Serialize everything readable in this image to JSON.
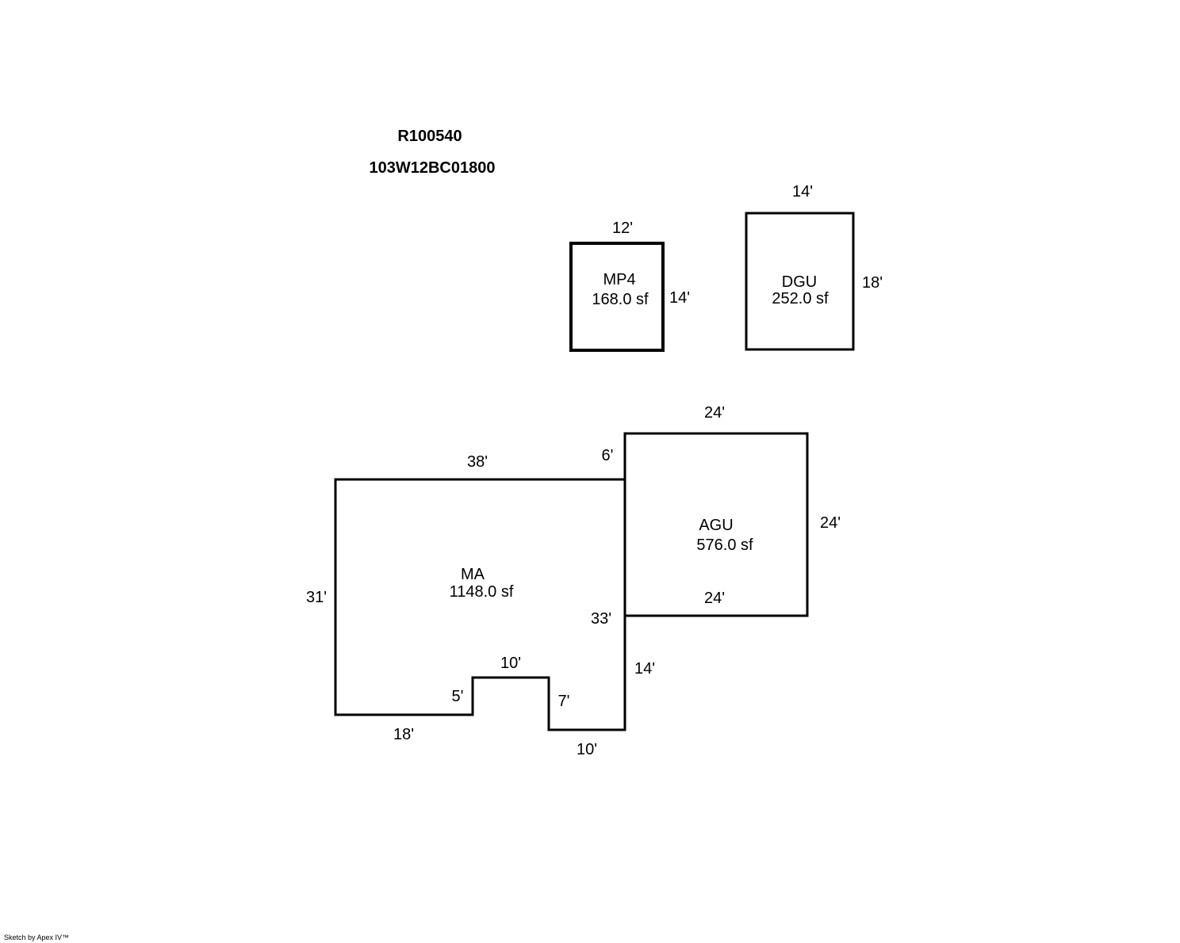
{
  "header": {
    "account_id": "R100540",
    "map_tax_lot": "103W12BC01800"
  },
  "areas": {
    "mp4": {
      "code": "MP4",
      "area": "168.0 sf"
    },
    "dgu": {
      "code": "DGU",
      "area": "252.0 sf"
    },
    "agu": {
      "code": "AGU",
      "area": "576.0 sf"
    },
    "ma": {
      "code": "MA",
      "area": "1148.0 sf"
    }
  },
  "dimensions": {
    "mp4_top": "12'",
    "mp4_right": "14'",
    "dgu_top": "14'",
    "dgu_right": "18'",
    "agu_top": "24'",
    "agu_right": "24'",
    "agu_bottom": "24'",
    "agu_left_upper": "6'",
    "ma_top": "38'",
    "ma_left": "31'",
    "ma_bottom_left": "18'",
    "ma_notch_left": "5'",
    "ma_notch_top": "10'",
    "ma_notch_right": "7'",
    "ma_bottom_right": "10'",
    "ma_right_lower": "14'",
    "ma_right": "33'"
  },
  "footer": {
    "credit": "Sketch by Apex IV™"
  }
}
